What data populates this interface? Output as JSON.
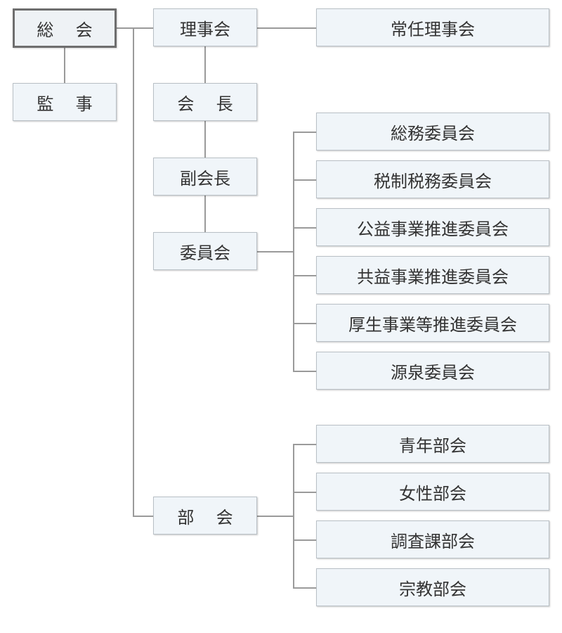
{
  "nodes": {
    "general_assembly": "総会",
    "auditors": "監事",
    "board": "理事会",
    "standing_board": "常任理事会",
    "chairman": "会長",
    "vice_chairman": "副会長",
    "committees": "委員会",
    "sections": "部会"
  },
  "committee_list": [
    "総務委員会",
    "税制税務委員会",
    "公益事業推進委員会",
    "共益事業推進委員会",
    "厚生事業等推進委員会",
    "源泉委員会"
  ],
  "section_list": [
    "青年部会",
    "女性部会",
    "調査課部会",
    "宗教部会"
  ]
}
